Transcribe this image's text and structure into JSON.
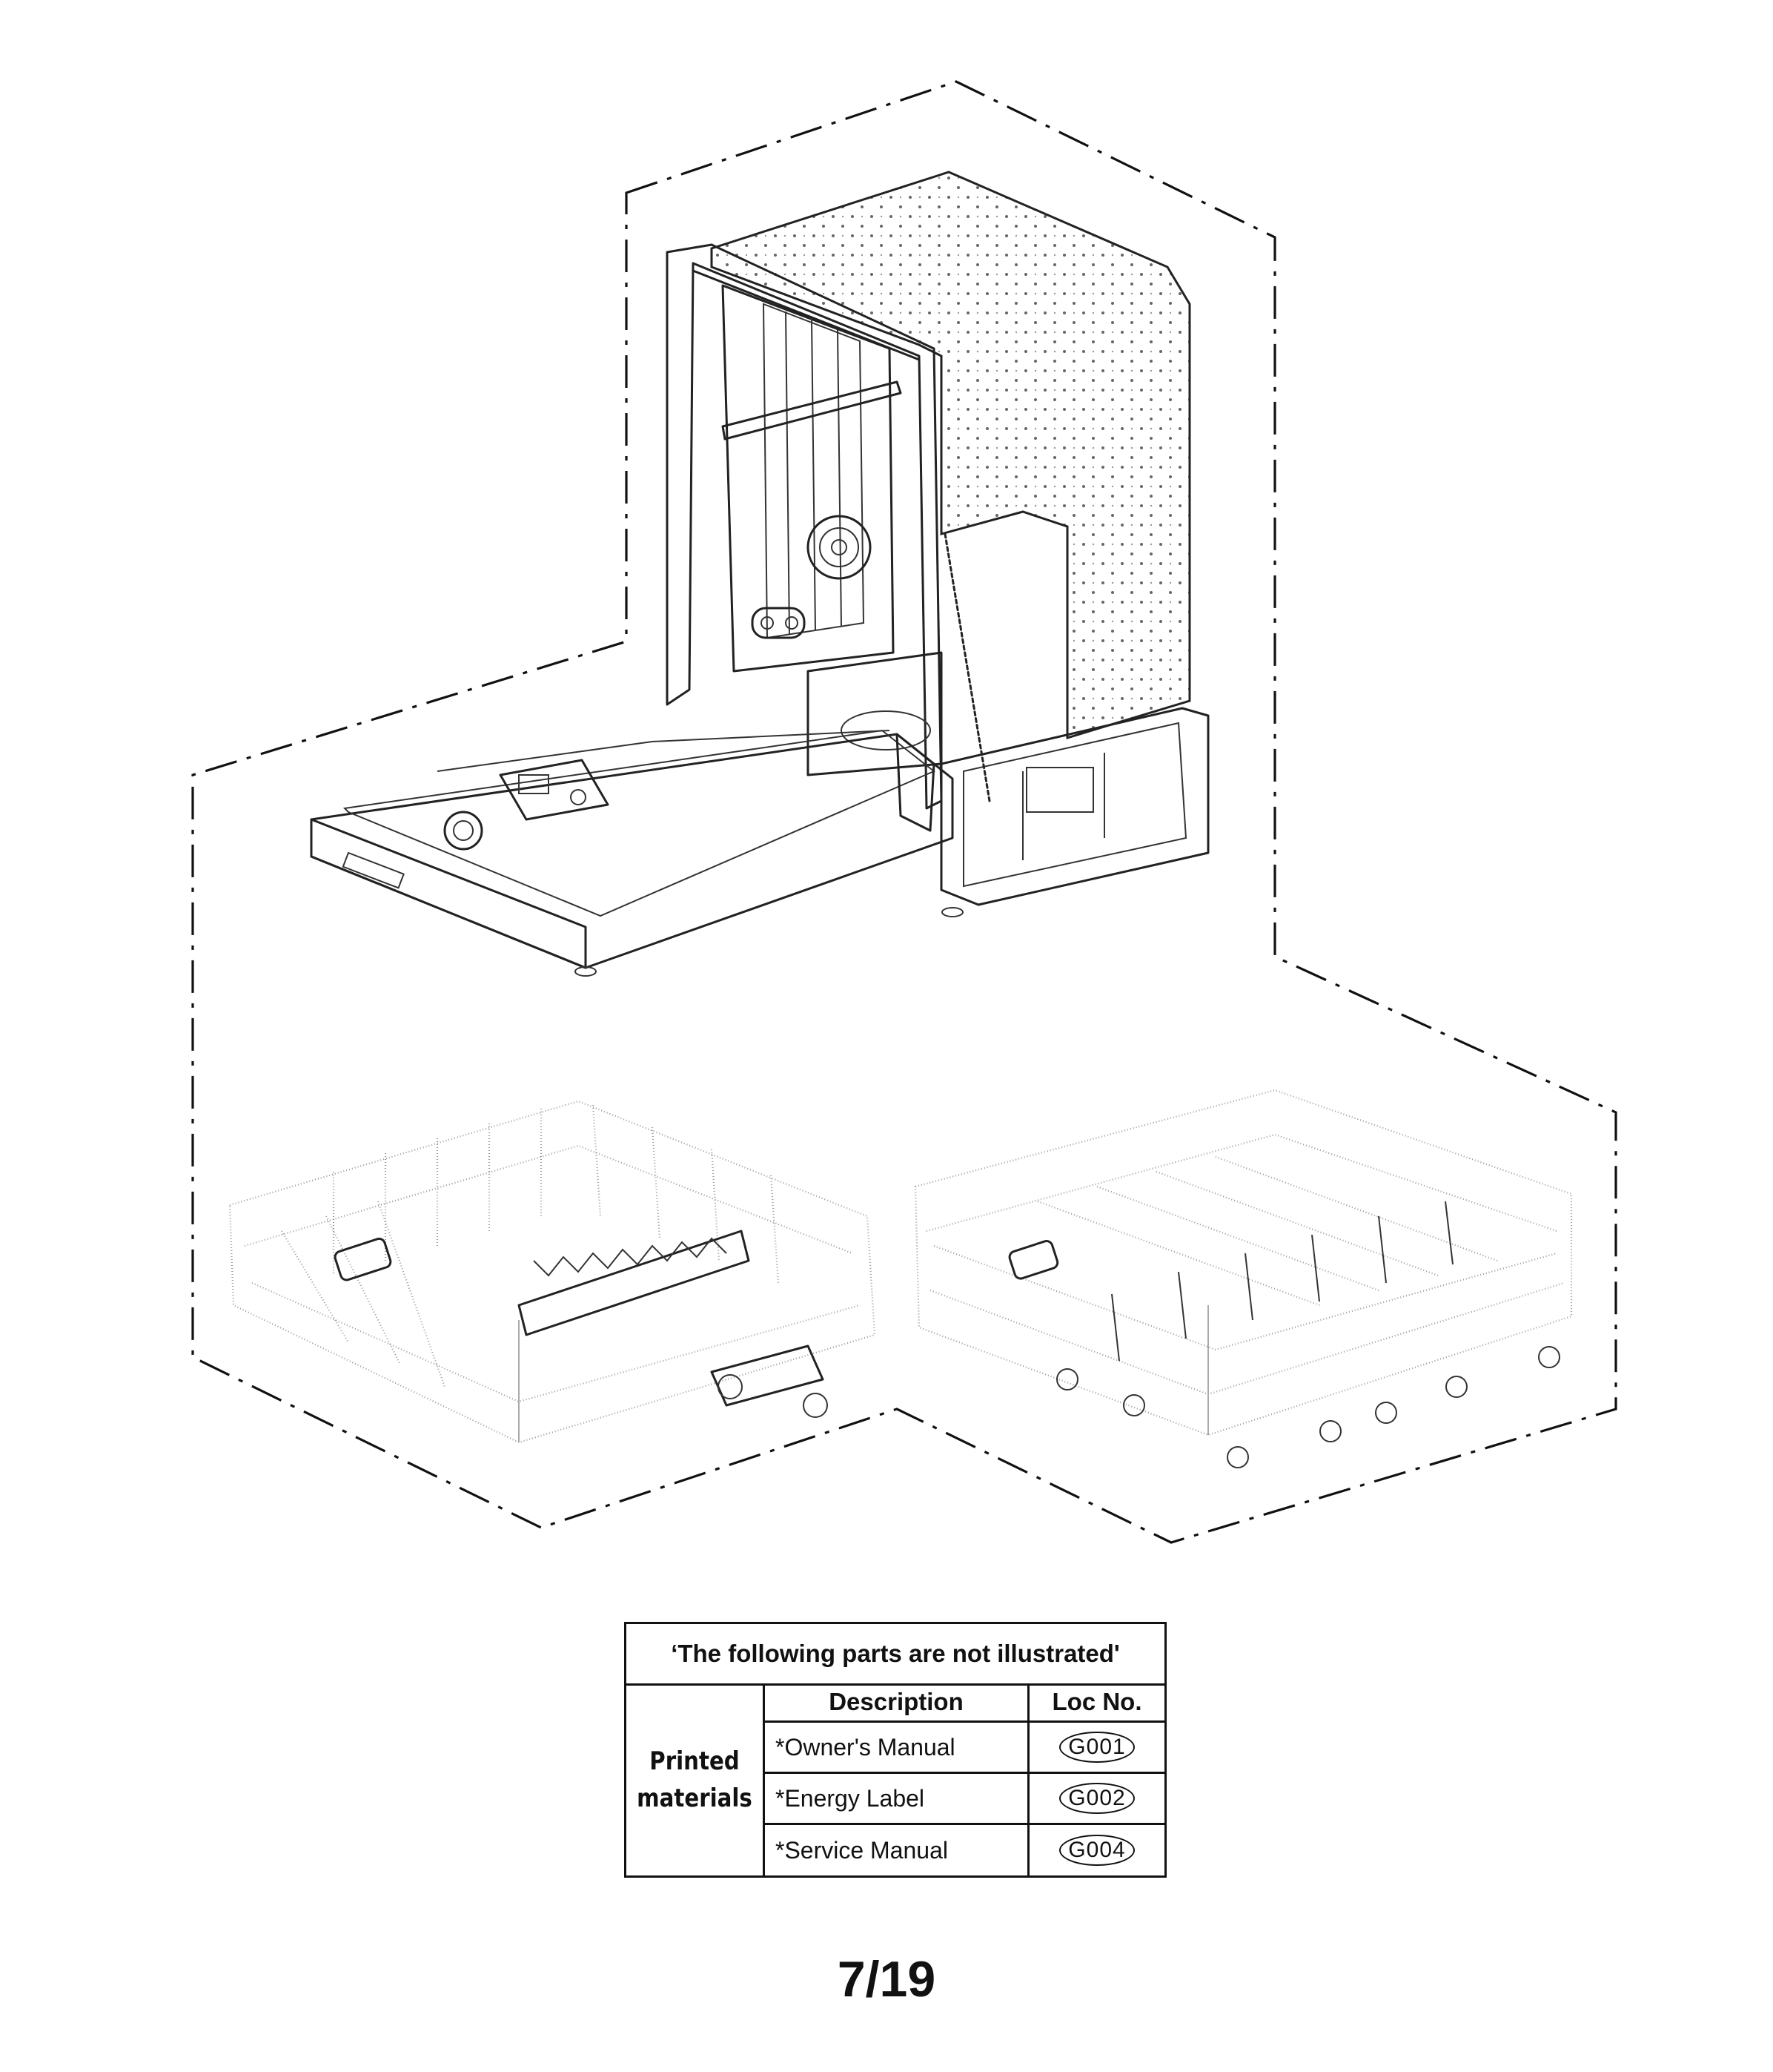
{
  "diagram": {
    "components": [
      {
        "name": "dishwasher-tub-assembly"
      },
      {
        "name": "upper-dish-rack"
      },
      {
        "name": "lower-dish-rack"
      }
    ]
  },
  "parts_table": {
    "title": "‘The following parts are not illustrated'",
    "headers": {
      "description": "Description",
      "loc": "Loc No."
    },
    "group_label_line1": "Printed",
    "group_label_line2": "materials",
    "rows": [
      {
        "description": "*Owner's Manual",
        "loc": "G001"
      },
      {
        "description": "*Energy Label",
        "loc": "G002"
      },
      {
        "description": "*Service Manual",
        "loc": "G004"
      }
    ]
  },
  "page_number": "7/19"
}
